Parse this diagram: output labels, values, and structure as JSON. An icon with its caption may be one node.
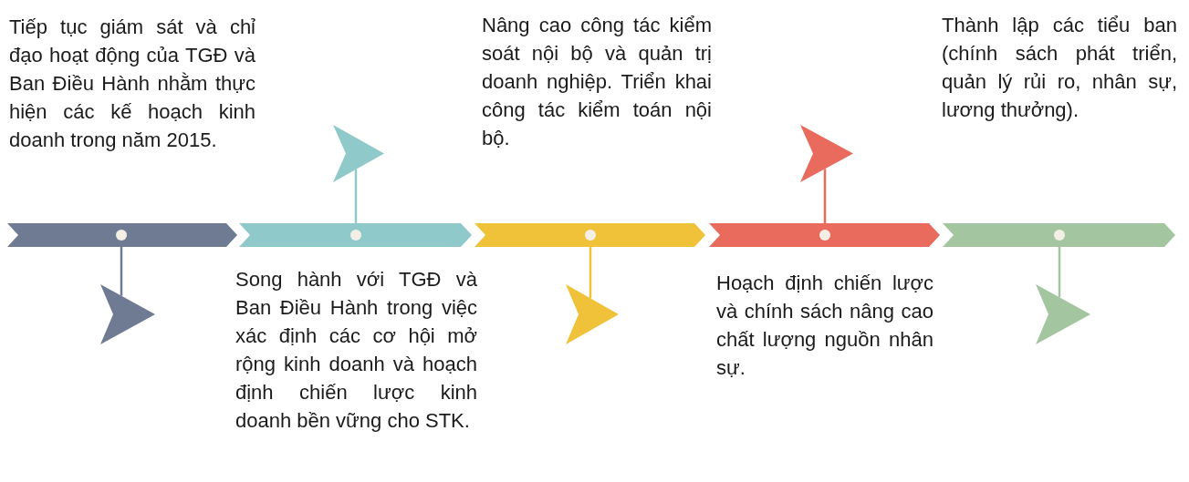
{
  "diagram": {
    "nodes": [
      {
        "text": [],
        "shape": "bar"
      },
      {
        "text": [],
        "shape": "bar"
      },
      {
        "text": [],
        "shape": "bar"
      },
      {
        "text": [],
        "shape": "bar"
      },
      {
        "text": [],
        "shape": "bar"
      },
      {
        "text": [],
        "shape": "flag"
      },
      {
        "text": [],
        "shape": "flag"
      },
      {
        "text": [],
        "shape": "flag"
      },
      {
        "text": [],
        "shape": "flag"
      },
      {
        "text": [],
        "shape": "flag"
      }
    ],
    "edges": [
      {
        "from": 0,
        "to": 5,
        "arrow": "none",
        "color": "#6e7b93"
      },
      {
        "from": 1,
        "to": 6,
        "arrow": "none",
        "color": "#8fc9c9"
      },
      {
        "from": 2,
        "to": 7,
        "arrow": "none",
        "color": "#f0c23a"
      },
      {
        "from": 3,
        "to": 8,
        "arrow": "none",
        "color": "#e96b5d"
      },
      {
        "from": 4,
        "to": 9,
        "arrow": "none",
        "color": "#a3c6a0"
      }
    ],
    "labels": [
      "Tiếp tục giám sát và chỉ đạo hoạt động của TGĐ và Ban Điều Hành nhằm thực hiện các kế hoạch kinh doanh trong năm 2015.",
      "Song hành với TGĐ và Ban Điều Hành trong việc xác định các cơ hội mở rộng kinh doanh và hoạch định chiến lược kinh doanh bền vững cho STK.",
      "Nâng cao công tác kiểm soát nội bộ và quản trị doanh nghiệp. Triển khai công tác kiểm toán nội bộ.",
      "Hoạch định chiến lược và chính sách nâng cao chất lượng nguồn nhân sự.",
      "Thành lập các tiểu ban (chính sách phát triển, quản lý rủi ro, nhân sự, lương thưởng)."
    ]
  }
}
